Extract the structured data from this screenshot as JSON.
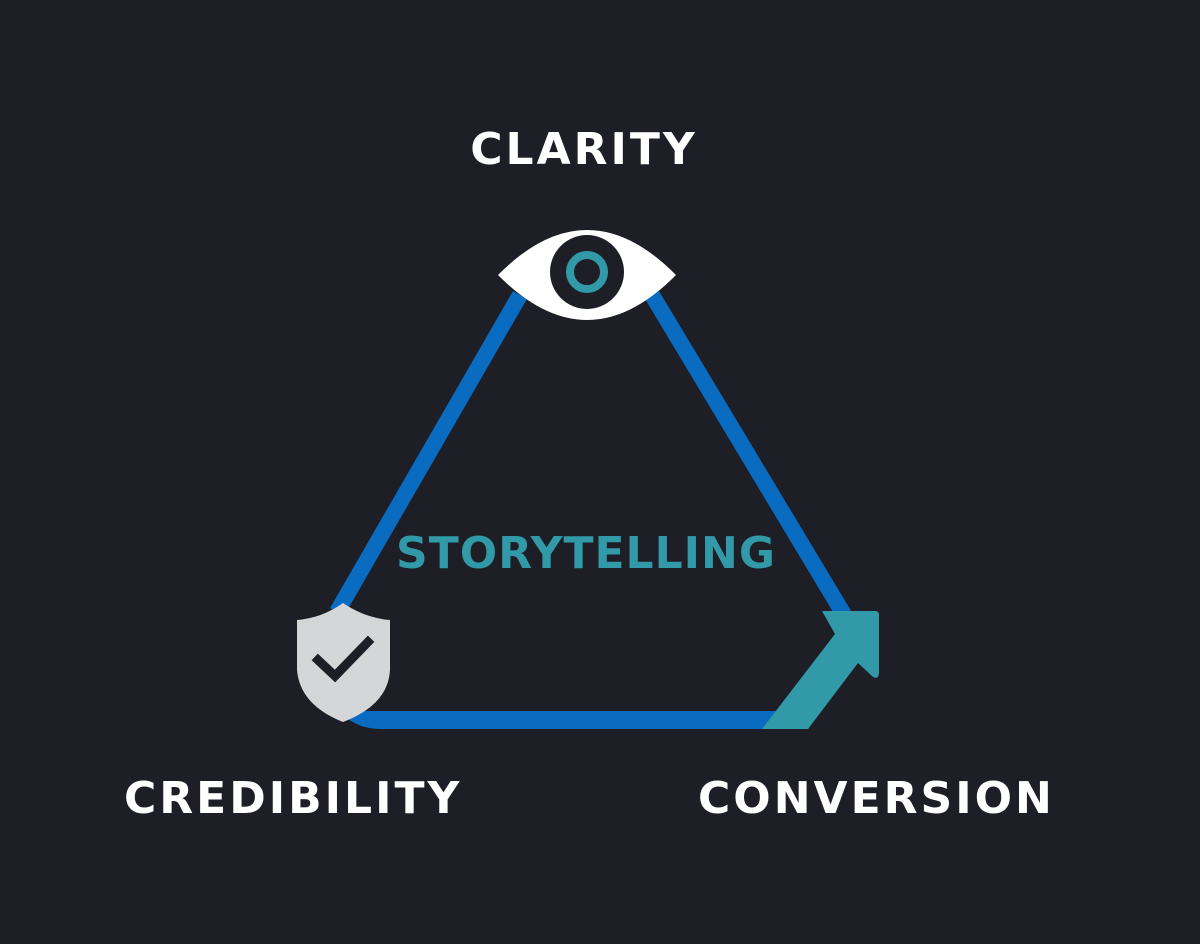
{
  "diagram": {
    "center_label": "STORYTELLING",
    "nodes": [
      {
        "id": "clarity",
        "label": "CLARITY",
        "icon": "eye-icon",
        "position": "top"
      },
      {
        "id": "credibility",
        "label": "CREDIBILITY",
        "icon": "shield-check-icon",
        "position": "bottom-left"
      },
      {
        "id": "conversion",
        "label": "CONVERSION",
        "icon": "arrow-up-right-icon",
        "position": "bottom-right"
      }
    ],
    "edges": [
      {
        "from": "clarity",
        "to": "credibility"
      },
      {
        "from": "clarity",
        "to": "conversion"
      },
      {
        "from": "credibility",
        "to": "conversion"
      }
    ],
    "colors": {
      "background": "#1e1f26",
      "edge": "#0a6cc0",
      "accent": "#3199a8",
      "label": "#ffffff",
      "shield": "#d4d6d8"
    }
  }
}
